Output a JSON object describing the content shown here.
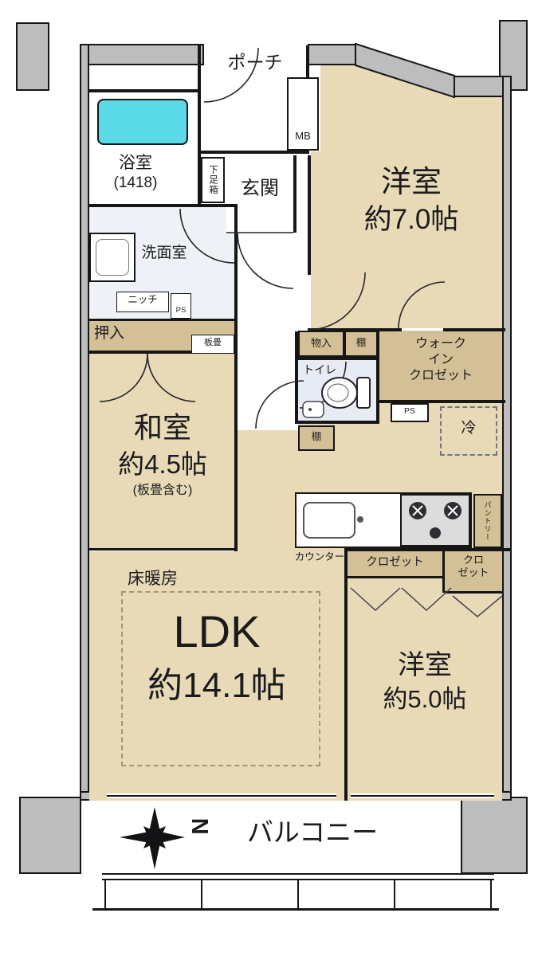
{
  "colors": {
    "wall": "#161616",
    "concrete": "#bdbdbd",
    "room": "#e8dab6",
    "closet": "#d3c096",
    "tub": "#5ad9e6",
    "wet": "#eef1f6",
    "toiletf": "#e7ebf4",
    "dash": "#a89468"
  },
  "plan": {
    "entry": {
      "porch": "ポーチ",
      "mb": "MB",
      "shoe_cabinet": "下足箱",
      "genkan": "玄関"
    },
    "bathroom": {
      "name": "浴室",
      "size": "(1418)"
    },
    "washroom": {
      "name": "洗面室",
      "niche": "ニッチ",
      "ps": "PS"
    },
    "japanese_room": {
      "name": "和室",
      "size": "約4.5帖",
      "note": "(板畳含む)",
      "oshiire": "押入",
      "itatami": "板畳"
    },
    "bedroom7": {
      "name": "洋室",
      "size": "約7.0帖"
    },
    "toilet": {
      "name": "トイレ"
    },
    "storage": {
      "mononyu": "物入",
      "shelf1": "棚",
      "shelf2": "棚",
      "wic_line1": "ウォーク",
      "wic_line2": "イン",
      "wic_line3": "クロゼット",
      "ps": "PS",
      "fridge": "冷",
      "pantry": "パントリー",
      "closet1": "クロゼット",
      "closet2_line1": "クロ",
      "closet2_line2": "ゼット"
    },
    "kitchen": {
      "counter": "カウンター"
    },
    "ldk": {
      "floor_heating": "床暖房",
      "name": "LDK",
      "size": "約14.1帖"
    },
    "bedroom5": {
      "name": "洋室",
      "size": "約5.0帖"
    },
    "balcony": {
      "name": "バルコニー",
      "north": "N"
    }
  }
}
